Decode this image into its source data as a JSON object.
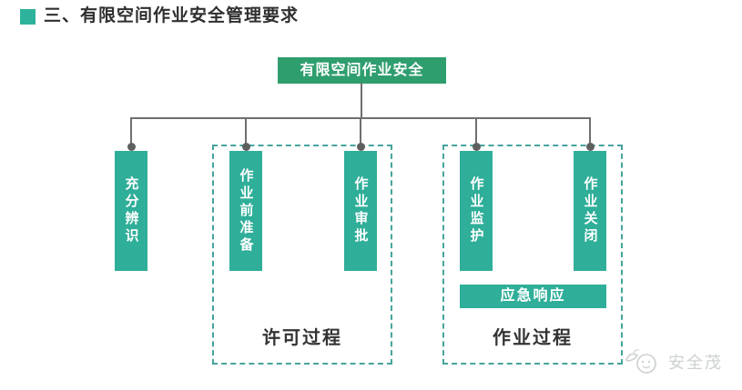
{
  "header": {
    "title": "三、有限空间作业安全管理要求"
  },
  "tree": {
    "root": {
      "label": "有限空间作业安全"
    },
    "nodes": [
      {
        "label": "充分辨识"
      },
      {
        "label": "作业前准备"
      },
      {
        "label": "作业审批"
      },
      {
        "label": "作业监护"
      },
      {
        "label": "作业关闭"
      }
    ],
    "emergency": {
      "label": "应急响应"
    },
    "groups": [
      {
        "label": "许可过程"
      },
      {
        "label": "作业过程"
      }
    ]
  },
  "watermark": {
    "text": "安全茂"
  },
  "colors": {
    "root_green": "#2F9E6E",
    "node_teal": "#2FAE99",
    "dashed_border": "#45A49C",
    "connector_gray": "#6F6F6F",
    "title_text": "#2F2F2F",
    "bullet_teal": "#2DB39C",
    "watermark_gray": "#CCD1D0"
  }
}
